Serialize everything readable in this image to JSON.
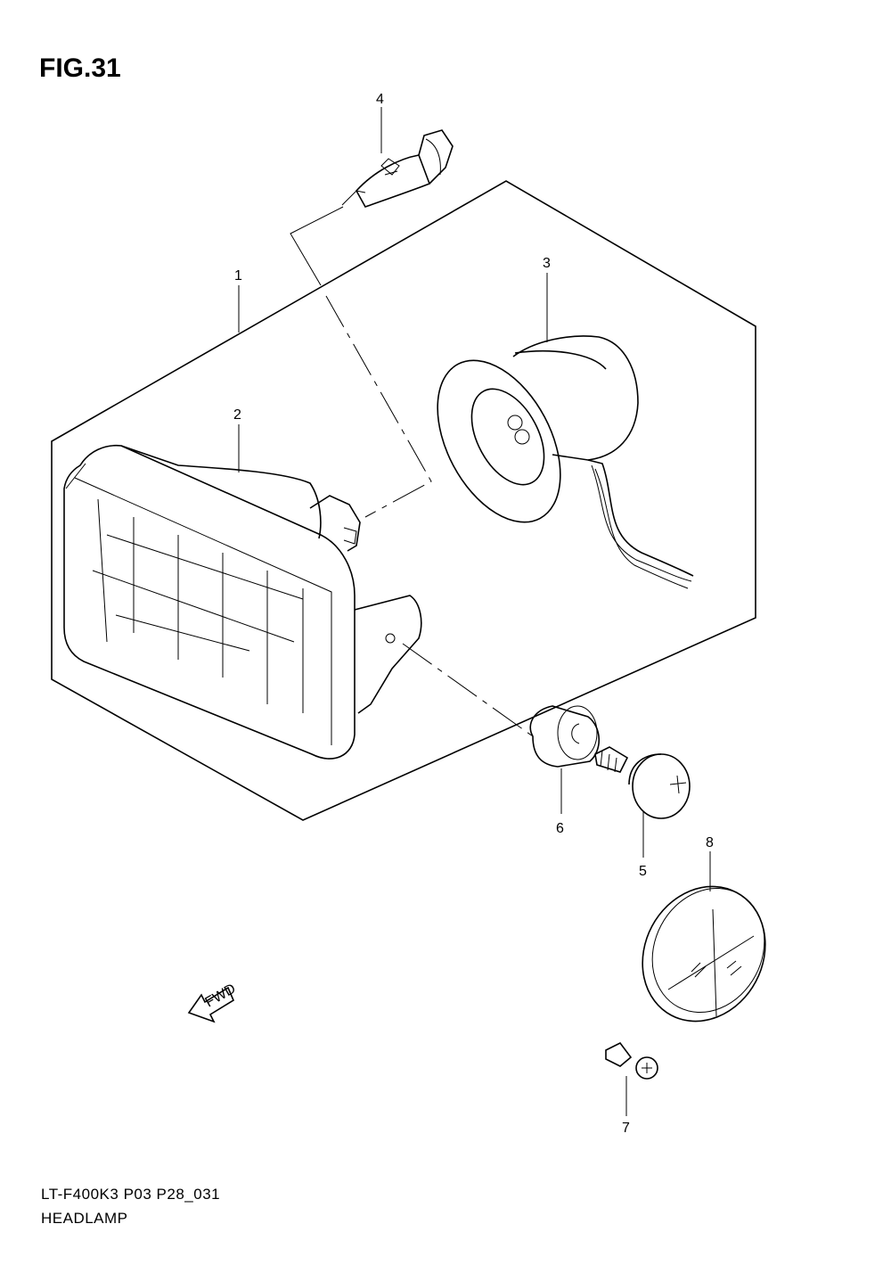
{
  "figure_title": "FIG.31",
  "part_labels": {
    "p1": "1",
    "p2": "2",
    "p3": "3",
    "p4": "4",
    "p5": "5",
    "p6": "6",
    "p7": "7",
    "p8": "8"
  },
  "fwd_label": "FWD",
  "footer": {
    "code": "LT-F400K3 P03 P28_031",
    "name": "HEADLAMP"
  }
}
